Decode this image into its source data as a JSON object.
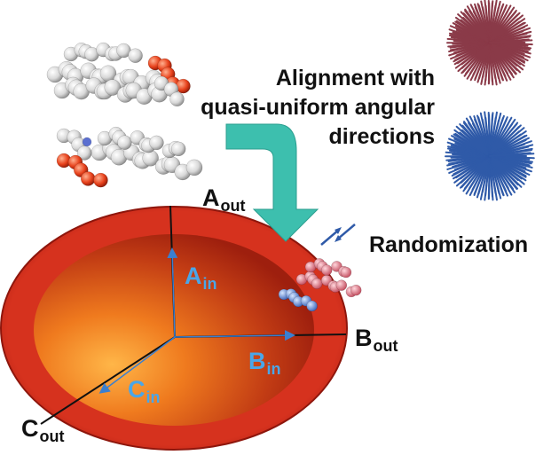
{
  "caption": {
    "line1": "Alignment with",
    "line2": "quasi-uniform angular",
    "line3": "directions"
  },
  "randomization_label": "Randomization",
  "axes": {
    "a_out": {
      "main": "A",
      "sub": "out"
    },
    "b_out": {
      "main": "B",
      "sub": "out"
    },
    "c_out": {
      "main": "C",
      "sub": "out"
    },
    "a_in": {
      "main": "A",
      "sub": "in"
    },
    "b_in": {
      "main": "B",
      "sub": "in"
    },
    "c_in": {
      "main": "C",
      "sub": "in"
    }
  },
  "colors": {
    "ellipse_outer": "#c4261a",
    "ellipse_core": "#f4a020",
    "inner_axis_label": "#4aa6e8",
    "flow_arrow": "#3dbfae",
    "sunburst_top": "#8a3a48",
    "sunburst_bottom": "#2f5aa8",
    "lipid_atom": "#e6e6e6",
    "phosphate_atom": "#e8421c"
  },
  "icons": [
    "lipid-molecule-icon",
    "flow-arrow-icon",
    "sunburst-icon",
    "equilibrium-arrows-icon"
  ]
}
